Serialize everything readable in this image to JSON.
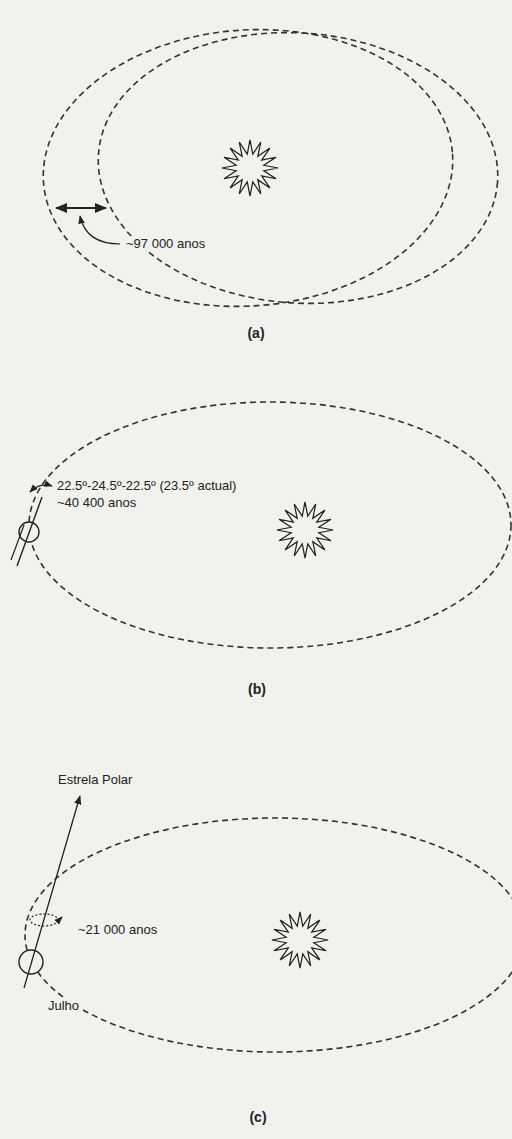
{
  "diagram": {
    "labels": [
      "~97 000 anos",
      "(a)",
      "22.5º-24.5º-22.5º (23.5º actual)",
      "~40 400 anos",
      "(b)",
      "Estrela Polar",
      "~21 000 anos",
      "Julho",
      "(c)"
    ]
  }
}
